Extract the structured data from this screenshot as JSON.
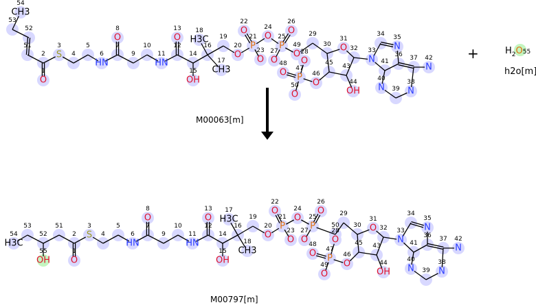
{
  "reaction": {
    "reactants": [
      {
        "name": "M00063[m]"
      },
      {
        "name": "h2o[m]",
        "formula_label": "H2O",
        "atom_number": "55"
      }
    ],
    "plus_sign": "+",
    "product": {
      "name": "M00797[m]"
    },
    "arrow": "down"
  },
  "colors": {
    "highlight": "#d8d8ff",
    "water_highlight": "#c4f5c0",
    "O": "#e0102a",
    "N": "#2a3cff",
    "S": "#9a9a20",
    "P": "#e07010"
  },
  "reactant_atoms": {
    "54": "CH3",
    "53": "",
    "52": "",
    "51": "",
    "2": "",
    "1": "O",
    "3": "S",
    "4": "",
    "5": "",
    "6": "HN",
    "7": "",
    "8": "O",
    "9": "",
    "10": "",
    "11": "HN",
    "12": "",
    "13": "O",
    "14": "",
    "15": "OH",
    "16": "",
    "17": "CH3",
    "18": "H3C",
    "19": "",
    "20": "O",
    "21": "P",
    "22": "O",
    "23": "O",
    "24": "O",
    "25": "P",
    "26": "O",
    "27": "O",
    "28": "O",
    "49": "O",
    "29": "",
    "30": "",
    "31": "O",
    "32": "",
    "33": "N",
    "34": "",
    "35": "N",
    "36": "",
    "37": "",
    "42": "N",
    "38": "N",
    "39": "",
    "40": "N",
    "41": "",
    "43": "",
    "44": "OH",
    "45": "",
    "46": "O",
    "47": "P",
    "48": "O",
    "50": "O"
  },
  "product_atoms": {
    "54": "H3C",
    "53": "",
    "52": "",
    "55": "OH",
    "51": "",
    "2": "",
    "1": "O",
    "3": "S",
    "4": "",
    "5": "",
    "6": "HN",
    "7": "",
    "8": "O",
    "9": "",
    "10": "",
    "11": "HN",
    "12": "",
    "13": "O",
    "14": "",
    "15": "OH",
    "16": "",
    "17": "H3C",
    "18": "CH3",
    "19": "",
    "20": "O",
    "21": "P",
    "22": "O",
    "23": "O",
    "24": "O",
    "25": "P",
    "26": "O",
    "27": "O",
    "28": "O",
    "50": "",
    "29": "",
    "30": "",
    "31": "O",
    "32": "",
    "33": "N",
    "34": "",
    "35": "N",
    "36": "",
    "37": "",
    "42": "N",
    "38": "N",
    "39": "",
    "40": "N",
    "41": "",
    "43": "",
    "44": "OH",
    "45": "",
    "46": "O",
    "47": "P",
    "48": "O",
    "49": "O"
  }
}
